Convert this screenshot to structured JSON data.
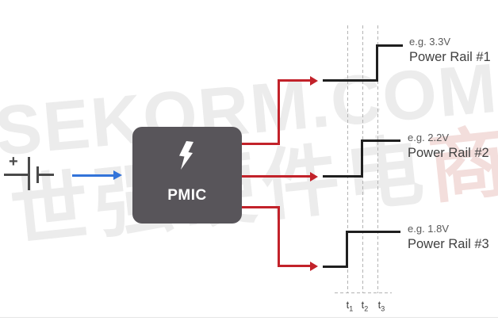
{
  "watermark": {
    "line1": "SEKORM.COM",
    "line2_main": "世强硬件电",
    "line2_accent": "商"
  },
  "battery": {
    "plus_label": "+"
  },
  "pmic": {
    "label": "PMIC",
    "icon": "lightning-bolt-icon"
  },
  "rails": [
    {
      "voltage": "e.g. 3.3V",
      "name": "Power Rail #1",
      "steps_at": "t3"
    },
    {
      "voltage": "e.g. 2.2V",
      "name": "Power Rail #2",
      "steps_at": "t2"
    },
    {
      "voltage": "e.g. 1.8V",
      "name": "Power Rail #3",
      "steps_at": "t1"
    }
  ],
  "timeline": {
    "labels": [
      {
        "base": "t",
        "sub": "1"
      },
      {
        "base": "t",
        "sub": "2"
      },
      {
        "base": "t",
        "sub": "3"
      }
    ]
  },
  "colors": {
    "connector_red": "#C2222A",
    "input_arrow_blue": "#3273D9",
    "rail_black": "#1F1F1F",
    "pmic_gray": "#58555A",
    "battery_gray": "#4A4A4A",
    "voltage_label_gray": "#595959",
    "rail_name_gray": "#404040",
    "watermark_gray": "#ECECEC",
    "watermark_pink": "#F3DEDC",
    "dashed_line_gray": "#B3B3B3"
  }
}
